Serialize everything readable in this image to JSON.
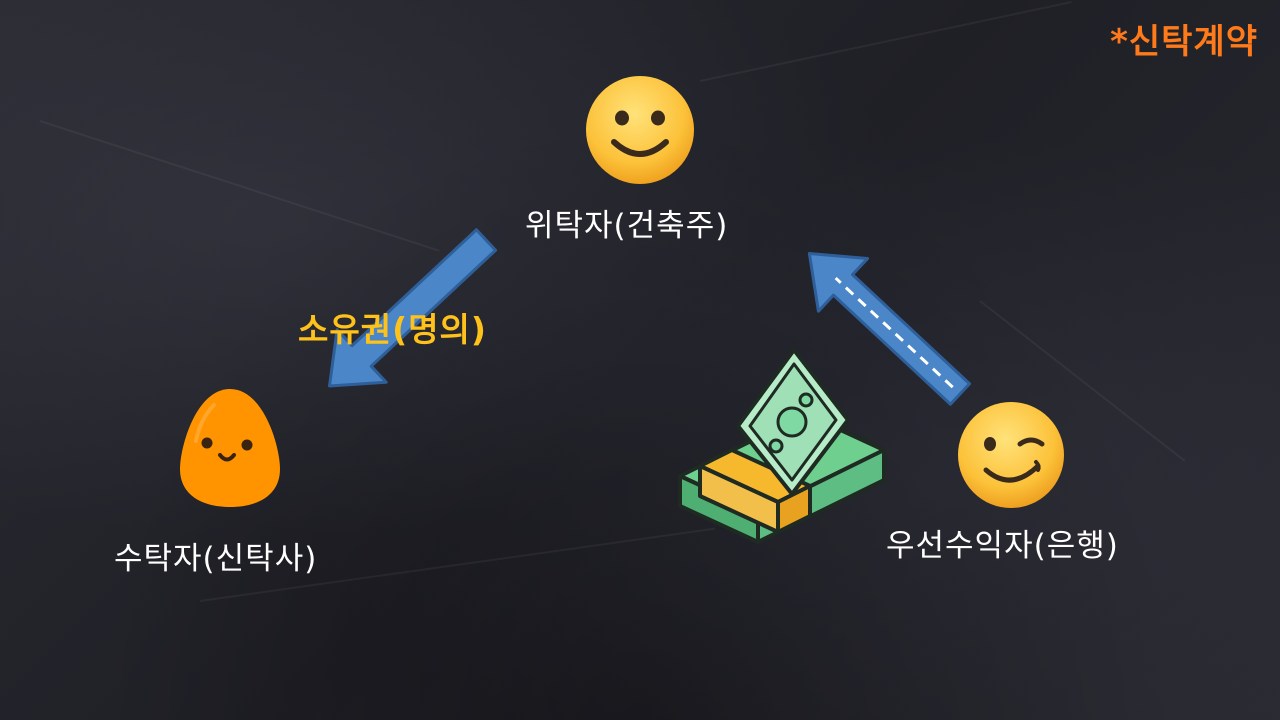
{
  "title": "*신탁계약",
  "nodes": {
    "trustor": {
      "label": "위탁자(건축주)",
      "icon": "smiling-face-icon"
    },
    "trustee": {
      "label": "수탁자(신탁사)",
      "icon": "egg-face-icon"
    },
    "beneficiary": {
      "label": "우선수익자(은행)",
      "icon": "winking-face-icon"
    }
  },
  "edges": {
    "ownership": {
      "label": "소유권(명의)"
    }
  },
  "colors": {
    "background": "#26262e",
    "title": "#ff7a1a",
    "ownership_label": "#ffc21a",
    "arrow": "#4a86c8",
    "money_green": "#6fcf8f",
    "money_band": "#f6b82d",
    "emoji_yellow": "#fcc23a",
    "egg_orange": "#ff9400"
  },
  "decor": {
    "money": "money-stack-icon"
  }
}
